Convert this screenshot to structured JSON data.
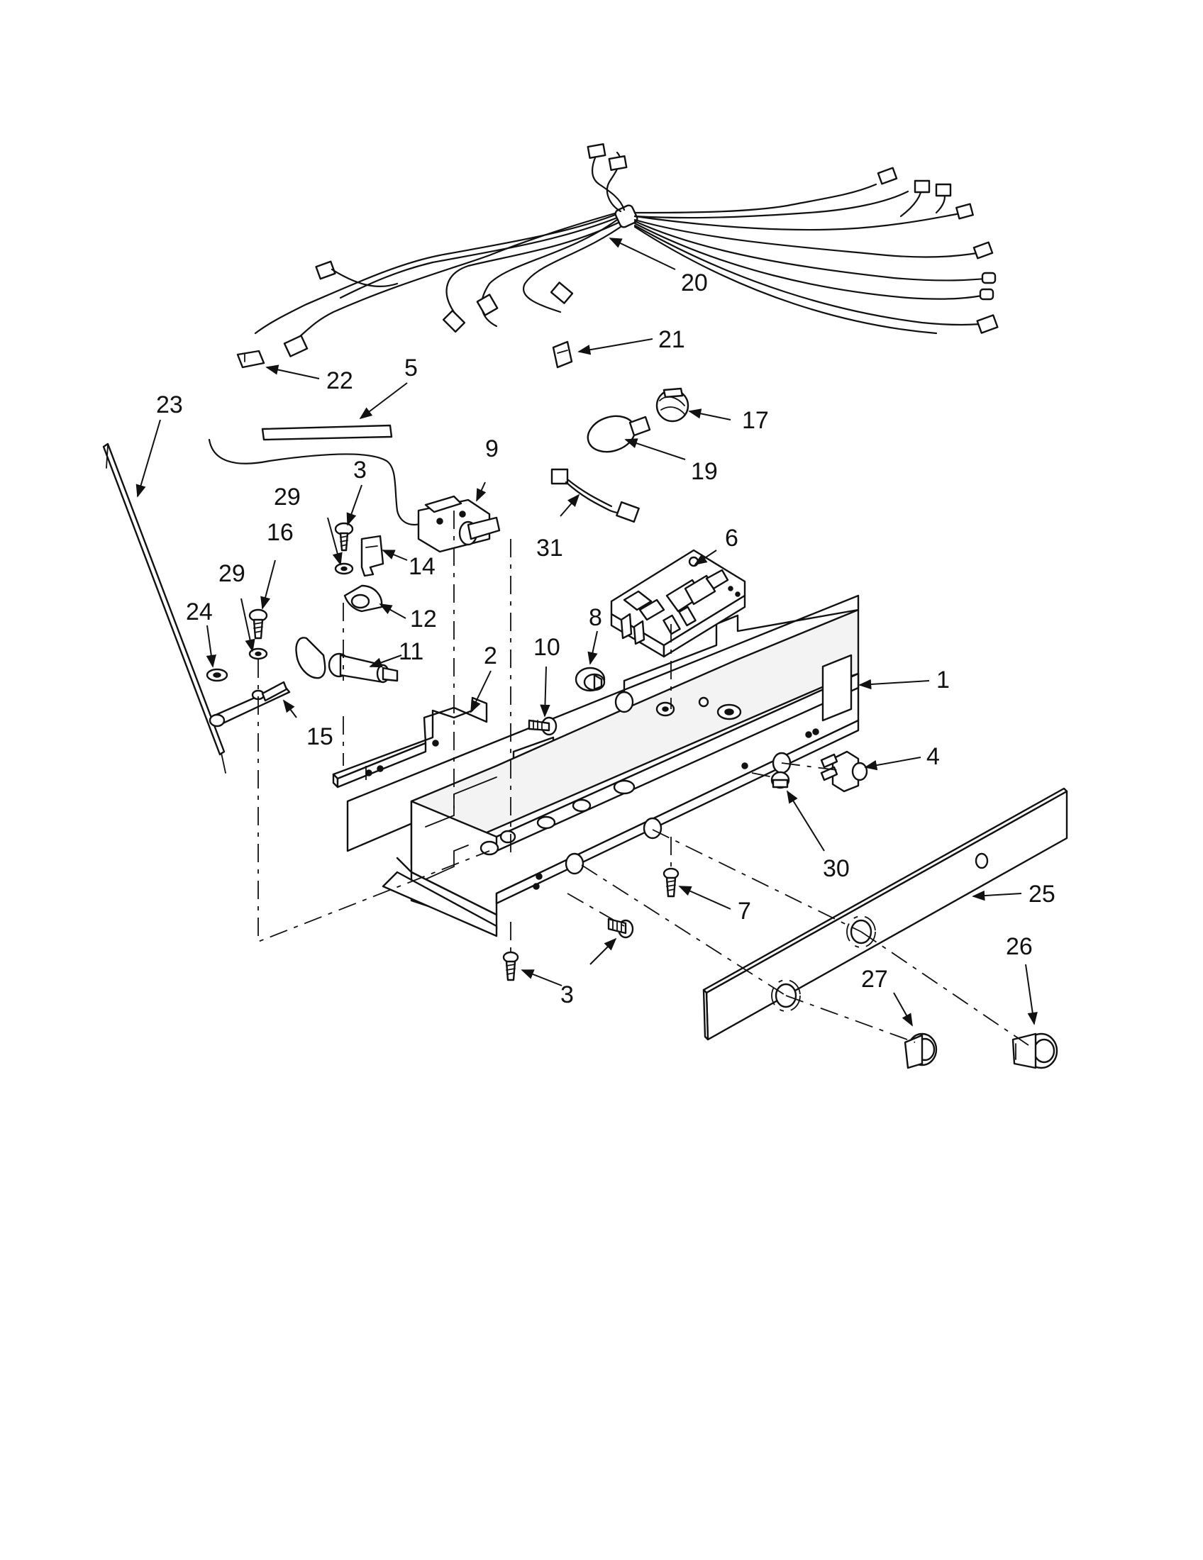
{
  "diagram": {
    "callouts": [
      {
        "id": "c1",
        "label": "1"
      },
      {
        "id": "c2",
        "label": "2"
      },
      {
        "id": "c3a",
        "label": "3"
      },
      {
        "id": "c3b",
        "label": "3"
      },
      {
        "id": "c4",
        "label": "4"
      },
      {
        "id": "c5",
        "label": "5"
      },
      {
        "id": "c6",
        "label": "6"
      },
      {
        "id": "c7",
        "label": "7"
      },
      {
        "id": "c8",
        "label": "8"
      },
      {
        "id": "c9",
        "label": "9"
      },
      {
        "id": "c10",
        "label": "10"
      },
      {
        "id": "c11",
        "label": "11"
      },
      {
        "id": "c12",
        "label": "12"
      },
      {
        "id": "c14",
        "label": "14"
      },
      {
        "id": "c15",
        "label": "15"
      },
      {
        "id": "c16",
        "label": "16"
      },
      {
        "id": "c17",
        "label": "17"
      },
      {
        "id": "c19",
        "label": "19"
      },
      {
        "id": "c20",
        "label": "20"
      },
      {
        "id": "c21",
        "label": "21"
      },
      {
        "id": "c22",
        "label": "22"
      },
      {
        "id": "c23",
        "label": "23"
      },
      {
        "id": "c24",
        "label": "24"
      },
      {
        "id": "c25",
        "label": "25"
      },
      {
        "id": "c26",
        "label": "26"
      },
      {
        "id": "c27",
        "label": "27"
      },
      {
        "id": "c29a",
        "label": "29"
      },
      {
        "id": "c29b",
        "label": "29"
      },
      {
        "id": "c30",
        "label": "30"
      },
      {
        "id": "c31",
        "label": "31"
      }
    ]
  }
}
